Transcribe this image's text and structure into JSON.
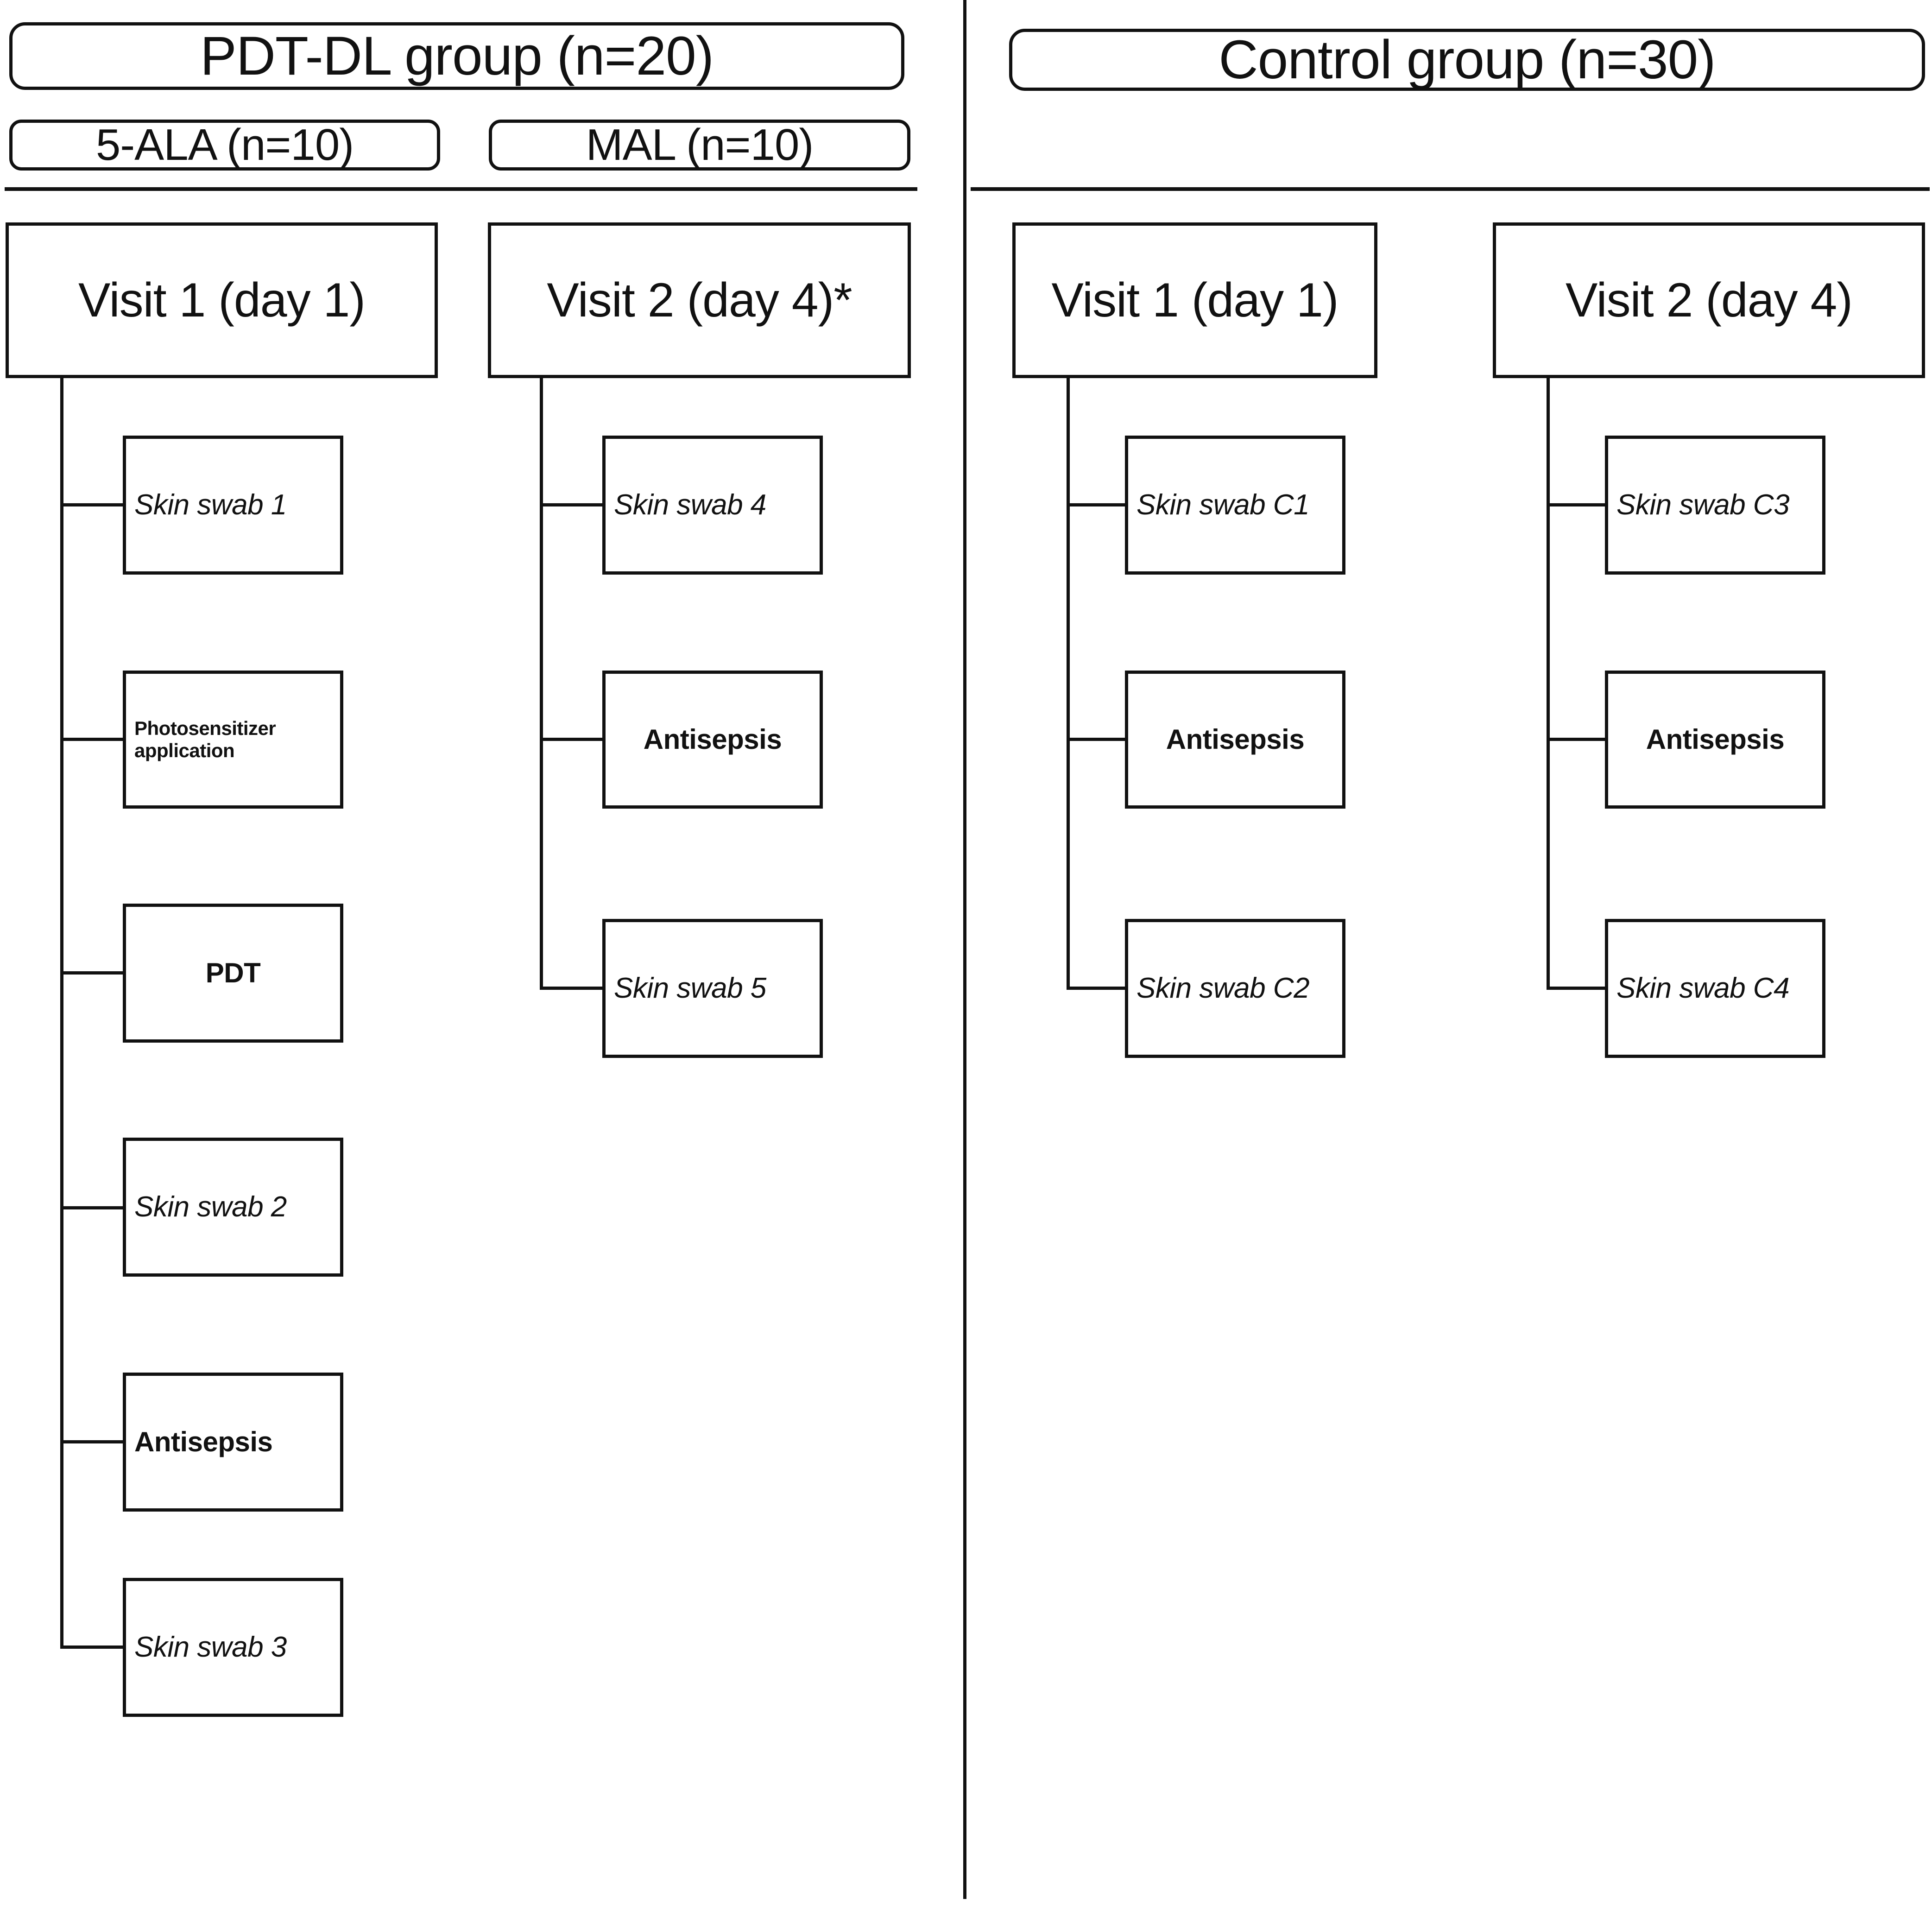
{
  "diagram": {
    "title_left": "PDT-DL group (n=20)",
    "title_right": "Control group (n=30)",
    "ink_color": "#111111",
    "background_color": "#ffffff"
  },
  "groups": [
    {
      "id": "pdt-dl",
      "header": "PDT-DL group (n=20)",
      "subheaders": [
        {
          "id": "5-ala",
          "label": "5-ALA (n=10)"
        },
        {
          "id": "mal",
          "label": "MAL (n=10)"
        }
      ],
      "columns": [
        {
          "id": "pdt-visit-1",
          "visit": "Visit 1 (day 1)",
          "steps": [
            {
              "id": "skin-swab-1",
              "label": "Skin swab 1",
              "style": "swab"
            },
            {
              "id": "photosensitizer-application",
              "label": "Photosensitizer application",
              "style": "action-small"
            },
            {
              "id": "pdt",
              "label": "PDT",
              "style": "action-center"
            },
            {
              "id": "skin-swab-2",
              "label": "Skin swab 2",
              "style": "swab"
            },
            {
              "id": "antisepsis-1",
              "label": "Antisepsis",
              "style": "action"
            },
            {
              "id": "skin-swab-3",
              "label": "Skin swab 3",
              "style": "swab"
            }
          ]
        },
        {
          "id": "pdt-visit-2",
          "visit": "Visit 2 (day 4)*",
          "steps": [
            {
              "id": "skin-swab-4",
              "label": "Skin swab 4",
              "style": "swab"
            },
            {
              "id": "antisepsis-2",
              "label": "Antisepsis",
              "style": "action-center"
            },
            {
              "id": "skin-swab-5",
              "label": "Skin swab 5",
              "style": "swab"
            }
          ]
        }
      ]
    },
    {
      "id": "control",
      "header": "Control group (n=30)",
      "subheaders": [],
      "columns": [
        {
          "id": "control-visit-1",
          "visit": "Visit 1 (day 1)",
          "steps": [
            {
              "id": "skin-swab-c1",
              "label": "Skin swab C1",
              "style": "swab"
            },
            {
              "id": "antisepsis-c1",
              "label": "Antisepsis",
              "style": "action-center"
            },
            {
              "id": "skin-swab-c2",
              "label": "Skin swab C2",
              "style": "swab"
            }
          ]
        },
        {
          "id": "control-visit-2",
          "visit": "Visit 2 (day 4)",
          "steps": [
            {
              "id": "skin-swab-c3",
              "label": "Skin swab C3",
              "style": "swab"
            },
            {
              "id": "antisepsis-c2",
              "label": "Antisepsis",
              "style": "action-center"
            },
            {
              "id": "skin-swab-c4",
              "label": "Skin swab C4",
              "style": "swab"
            }
          ]
        }
      ]
    }
  ],
  "footnote_marker": "*"
}
